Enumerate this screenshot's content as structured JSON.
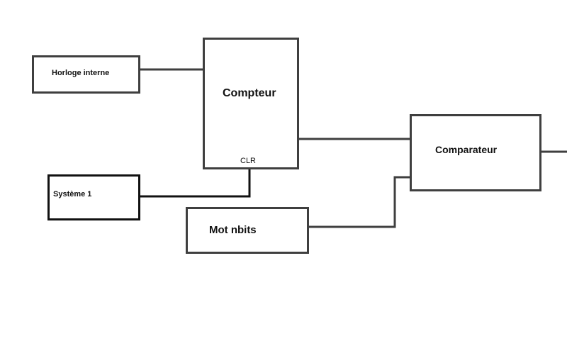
{
  "diagram": {
    "blocks": {
      "horloge": "Horloge interne",
      "compteur": "Compteur",
      "clr": "CLR",
      "systeme": "Système 1",
      "mot": "Mot nbits",
      "comparateur": "Comparateur"
    },
    "colors": {
      "stroke": "#3f3f3f",
      "systeme_stroke": "#111111"
    }
  }
}
